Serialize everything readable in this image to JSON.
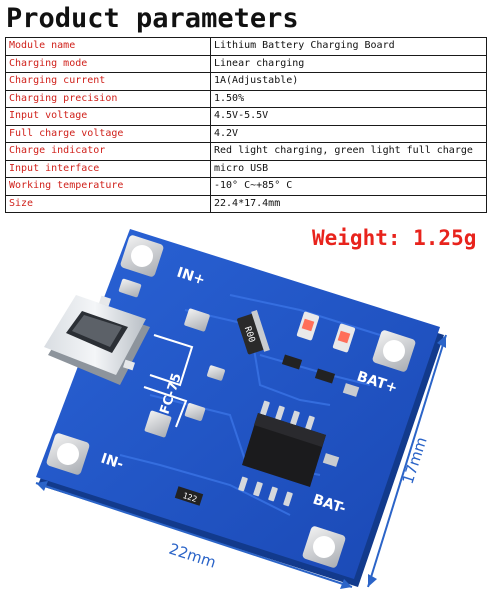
{
  "title": "Product parameters",
  "specs": [
    {
      "param": "Module name",
      "value": "Lithium Battery Charging Board"
    },
    {
      "param": "Charging mode",
      "value": "Linear charging"
    },
    {
      "param": "Charging current",
      "value": "1A(Adjustable)"
    },
    {
      "param": "Charging precision",
      "value": "1.50%"
    },
    {
      "param": "Input voltage",
      "value": "4.5V-5.5V"
    },
    {
      "param": "Full charge voltage",
      "value": "4.2V"
    },
    {
      "param": "Charge indicator",
      "value": "Red light charging, green light full charge"
    },
    {
      "param": "Input interface",
      "value": "micro USB"
    },
    {
      "param": "Working temperature",
      "value": "-10° C~+85° C"
    },
    {
      "param": "Size",
      "value": "22.4*17.4mm"
    }
  ],
  "weight": "Weight: 1.25g",
  "board": {
    "pad_in_plus": "IN+",
    "pad_in_minus": "IN-",
    "pad_bat_plus": "BAT+",
    "pad_bat_minus": "BAT-",
    "silk_chip": "FC-75",
    "resistor_r00": "R00",
    "resistor_122": "122",
    "dim_width": "22mm",
    "dim_height": "17mm"
  },
  "colors": {
    "pcb_blue": "#1f56c6",
    "pcb_dark": "#163f9a",
    "label_red": "#d0221c",
    "weight_red": "#e8231c",
    "dimension_blue": "#2b64c8"
  }
}
